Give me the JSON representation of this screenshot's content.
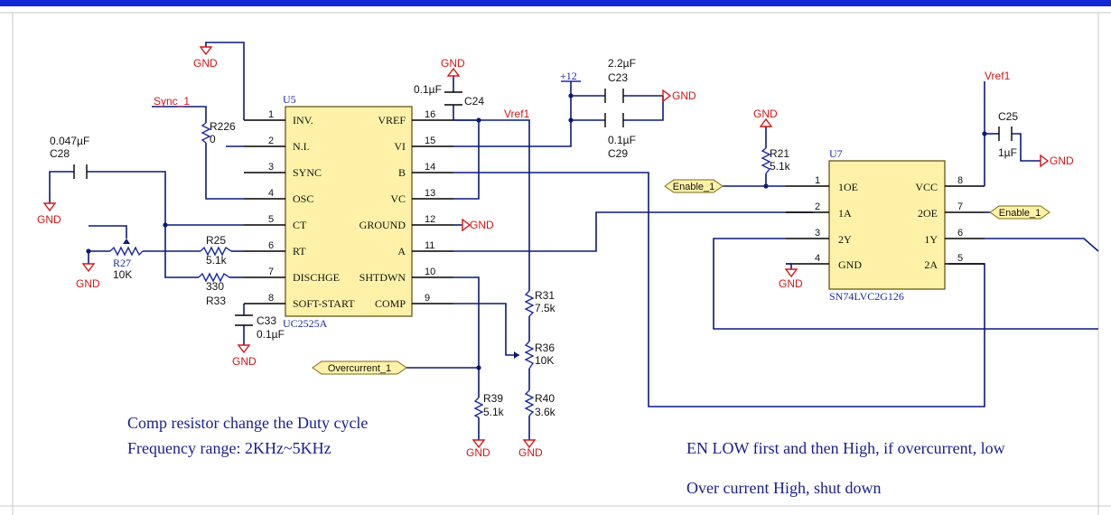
{
  "ic_u5": {
    "ref": "U5",
    "part": "UC2525A",
    "left_pins": [
      {
        "num": "1",
        "name": "INV."
      },
      {
        "num": "2",
        "name": "N.I."
      },
      {
        "num": "3",
        "name": "SYNC"
      },
      {
        "num": "4",
        "name": "OSC"
      },
      {
        "num": "5",
        "name": "CT"
      },
      {
        "num": "6",
        "name": "RT"
      },
      {
        "num": "7",
        "name": "DISCHGE"
      },
      {
        "num": "8",
        "name": "SOFT-START"
      }
    ],
    "right_pins": [
      {
        "num": "16",
        "name": "VREF"
      },
      {
        "num": "15",
        "name": "VI"
      },
      {
        "num": "14",
        "name": "B"
      },
      {
        "num": "13",
        "name": "VC"
      },
      {
        "num": "12",
        "name": "GROUND"
      },
      {
        "num": "11",
        "name": "A"
      },
      {
        "num": "10",
        "name": "SHTDWN"
      },
      {
        "num": "9",
        "name": "COMP"
      }
    ]
  },
  "ic_u7": {
    "ref": "U7",
    "part": "SN74LVC2G126",
    "left_pins": [
      {
        "num": "1",
        "name": "1OE"
      },
      {
        "num": "2",
        "name": "1A"
      },
      {
        "num": "3",
        "name": "2Y"
      },
      {
        "num": "4",
        "name": "GND"
      }
    ],
    "right_pins": [
      {
        "num": "8",
        "name": "VCC"
      },
      {
        "num": "7",
        "name": "2OE"
      },
      {
        "num": "6",
        "name": "1Y"
      },
      {
        "num": "5",
        "name": "2A"
      }
    ]
  },
  "components": {
    "r226": {
      "ref": "R226",
      "value": "0"
    },
    "c28": {
      "ref": "C28",
      "value": "0.047µF"
    },
    "r27": {
      "ref": "R27",
      "value": "10K"
    },
    "r25": {
      "ref": "R25",
      "value": "5.1k"
    },
    "r33": {
      "ref": "R33",
      "value": "330"
    },
    "c33": {
      "ref": "C33",
      "value": "0.1µF"
    },
    "c24": {
      "ref": "C24",
      "value": "0.1µF"
    },
    "c23": {
      "ref": "C23",
      "value": "2.2µF"
    },
    "c29": {
      "ref": "C29",
      "value": "0.1µF"
    },
    "r31": {
      "ref": "R31",
      "value": "7.5k"
    },
    "r36": {
      "ref": "R36",
      "value": "10K"
    },
    "r39": {
      "ref": "R39",
      "value": "5.1k"
    },
    "r40": {
      "ref": "R40",
      "value": "3.6k"
    },
    "r21": {
      "ref": "R21",
      "value": "5.1k"
    },
    "c25": {
      "ref": "C25",
      "value": "1µF"
    }
  },
  "nets": {
    "gnd": "GND",
    "vref1": "Vref1",
    "plus12": "+12",
    "sync1": "Sync_1"
  },
  "ports": {
    "enable_left": "Enable_1",
    "enable_right": "Enable_1",
    "overcurrent": "Overcurrent_1"
  },
  "notes": {
    "comp_resistor": "Comp resistor change the Duty cycle",
    "freq_range": "Frequency range: 2KHz~5KHz",
    "en_low": "EN LOW first and then High, if overcurrent, low",
    "over_current": "Over current High, shut down"
  },
  "colors": {
    "wire": "#0a1a7a",
    "gnd": "#d81414",
    "ic_body": "#fff2a8",
    "border": "#1428d8"
  }
}
